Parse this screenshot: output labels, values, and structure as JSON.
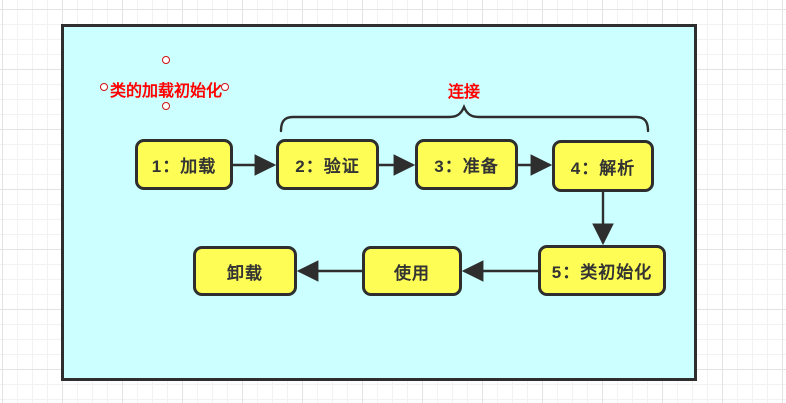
{
  "diagram": {
    "title": "类的加载初始化",
    "group_label": "连接",
    "nodes": {
      "load": {
        "label": "1：加载"
      },
      "verify": {
        "label": "2：验证"
      },
      "prepare": {
        "label": "3：准备"
      },
      "resolve": {
        "label": "4：解析"
      },
      "init": {
        "label": "5：类初始化"
      },
      "use": {
        "label": "使用"
      },
      "unload": {
        "label": "卸载"
      }
    },
    "connectors": [
      {
        "from": "load",
        "to": "verify",
        "direction": "right"
      },
      {
        "from": "verify",
        "to": "prepare",
        "direction": "right"
      },
      {
        "from": "prepare",
        "to": "resolve",
        "direction": "right"
      },
      {
        "from": "resolve",
        "to": "init",
        "direction": "down"
      },
      {
        "from": "init",
        "to": "use",
        "direction": "left"
      },
      {
        "from": "use",
        "to": "unload",
        "direction": "left"
      }
    ],
    "colors": {
      "canvas_fill": "#ccffff",
      "node_fill": "#fdfd55",
      "stroke": "#2e2e2e",
      "accent_red": "#ff0000",
      "node_text": "#333333"
    }
  }
}
